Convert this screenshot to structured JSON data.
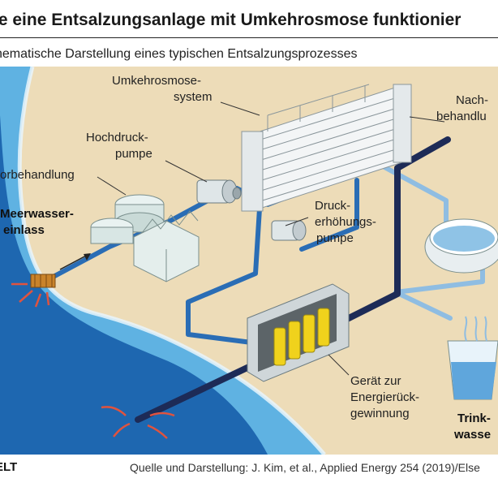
{
  "title": "ie eine Entsalzungsanlage mit Umkehrosmose funktionier",
  "subtitle": "hematische Darstellung eines typischen Entsalzungsprozesses",
  "labels": {
    "ro_system_1": "Umkehrosmose-",
    "ro_system_2": "system",
    "hp_pump_1": "Hochdruck-",
    "hp_pump_2": "pumpe",
    "pretreat": "orbehandlung",
    "intake_1": "Meerwasser-",
    "intake_2": "einlass",
    "post_1": "Nach-",
    "post_2": "behandlu",
    "booster_1": "Druck-",
    "booster_2": "erhöhungs-",
    "booster_3": "pumpe",
    "erd_1": "Gerät zur",
    "erd_2": "Energierück-",
    "erd_3": "gewinnung",
    "drink_1": "Trink-",
    "drink_2": "wasse"
  },
  "footer": {
    "logo": "ELT",
    "source": "Quelle und Darstellung: J. Kim, et al., Applied Energy 254 (2019)/Else"
  },
  "colors": {
    "sand": "#eddcb8",
    "sea_light": "#5fb2e2",
    "sea_dark": "#1e67b0",
    "pipe_blue": "#2a6db5",
    "pipe_light": "#8fbde2",
    "pipe_navy": "#1d2b57",
    "yellow": "#f0d21c"
  }
}
